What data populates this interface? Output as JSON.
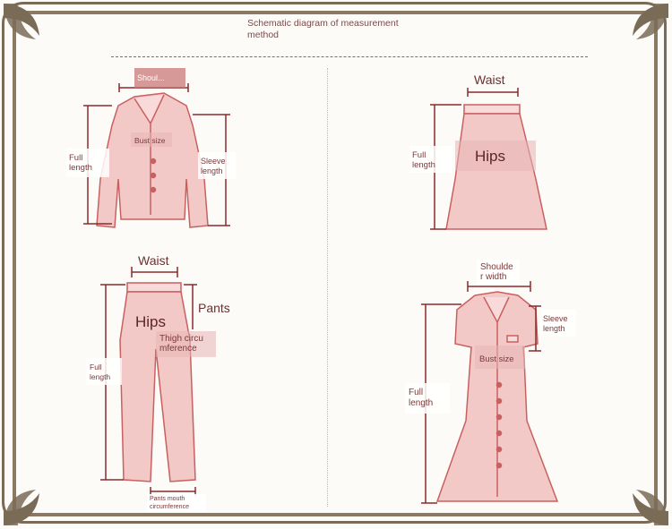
{
  "title_line1": "Schematic diagram of measurement",
  "title_line2": "method",
  "jacket": {
    "shoulder": "Shoul...",
    "bust": "Bust size",
    "full_length": [
      "Full",
      "length"
    ],
    "sleeve_length": [
      "Sleeve",
      "length"
    ]
  },
  "skirt": {
    "waist": "Waist",
    "hips": "Hips",
    "full_length": [
      "Full",
      "length"
    ]
  },
  "pants": {
    "waist": "Waist",
    "hips": "Hips",
    "pants": "Pants",
    "thigh": [
      "Thigh circu",
      "mference"
    ],
    "full_length": [
      "Full",
      "length"
    ],
    "mouth": [
      "Pants mouth",
      "circumference"
    ]
  },
  "dress": {
    "shoulder_width": [
      "Shoulde",
      "r width"
    ],
    "sleeve_length": [
      "Sleeve",
      "length"
    ],
    "bust": "Bust size",
    "full_length": [
      "Full",
      "length"
    ]
  },
  "colors": {
    "garment": "#f3c9c7",
    "outline": "#c96060",
    "frame": "#7a6b57",
    "label": "#7a3a3a"
  }
}
